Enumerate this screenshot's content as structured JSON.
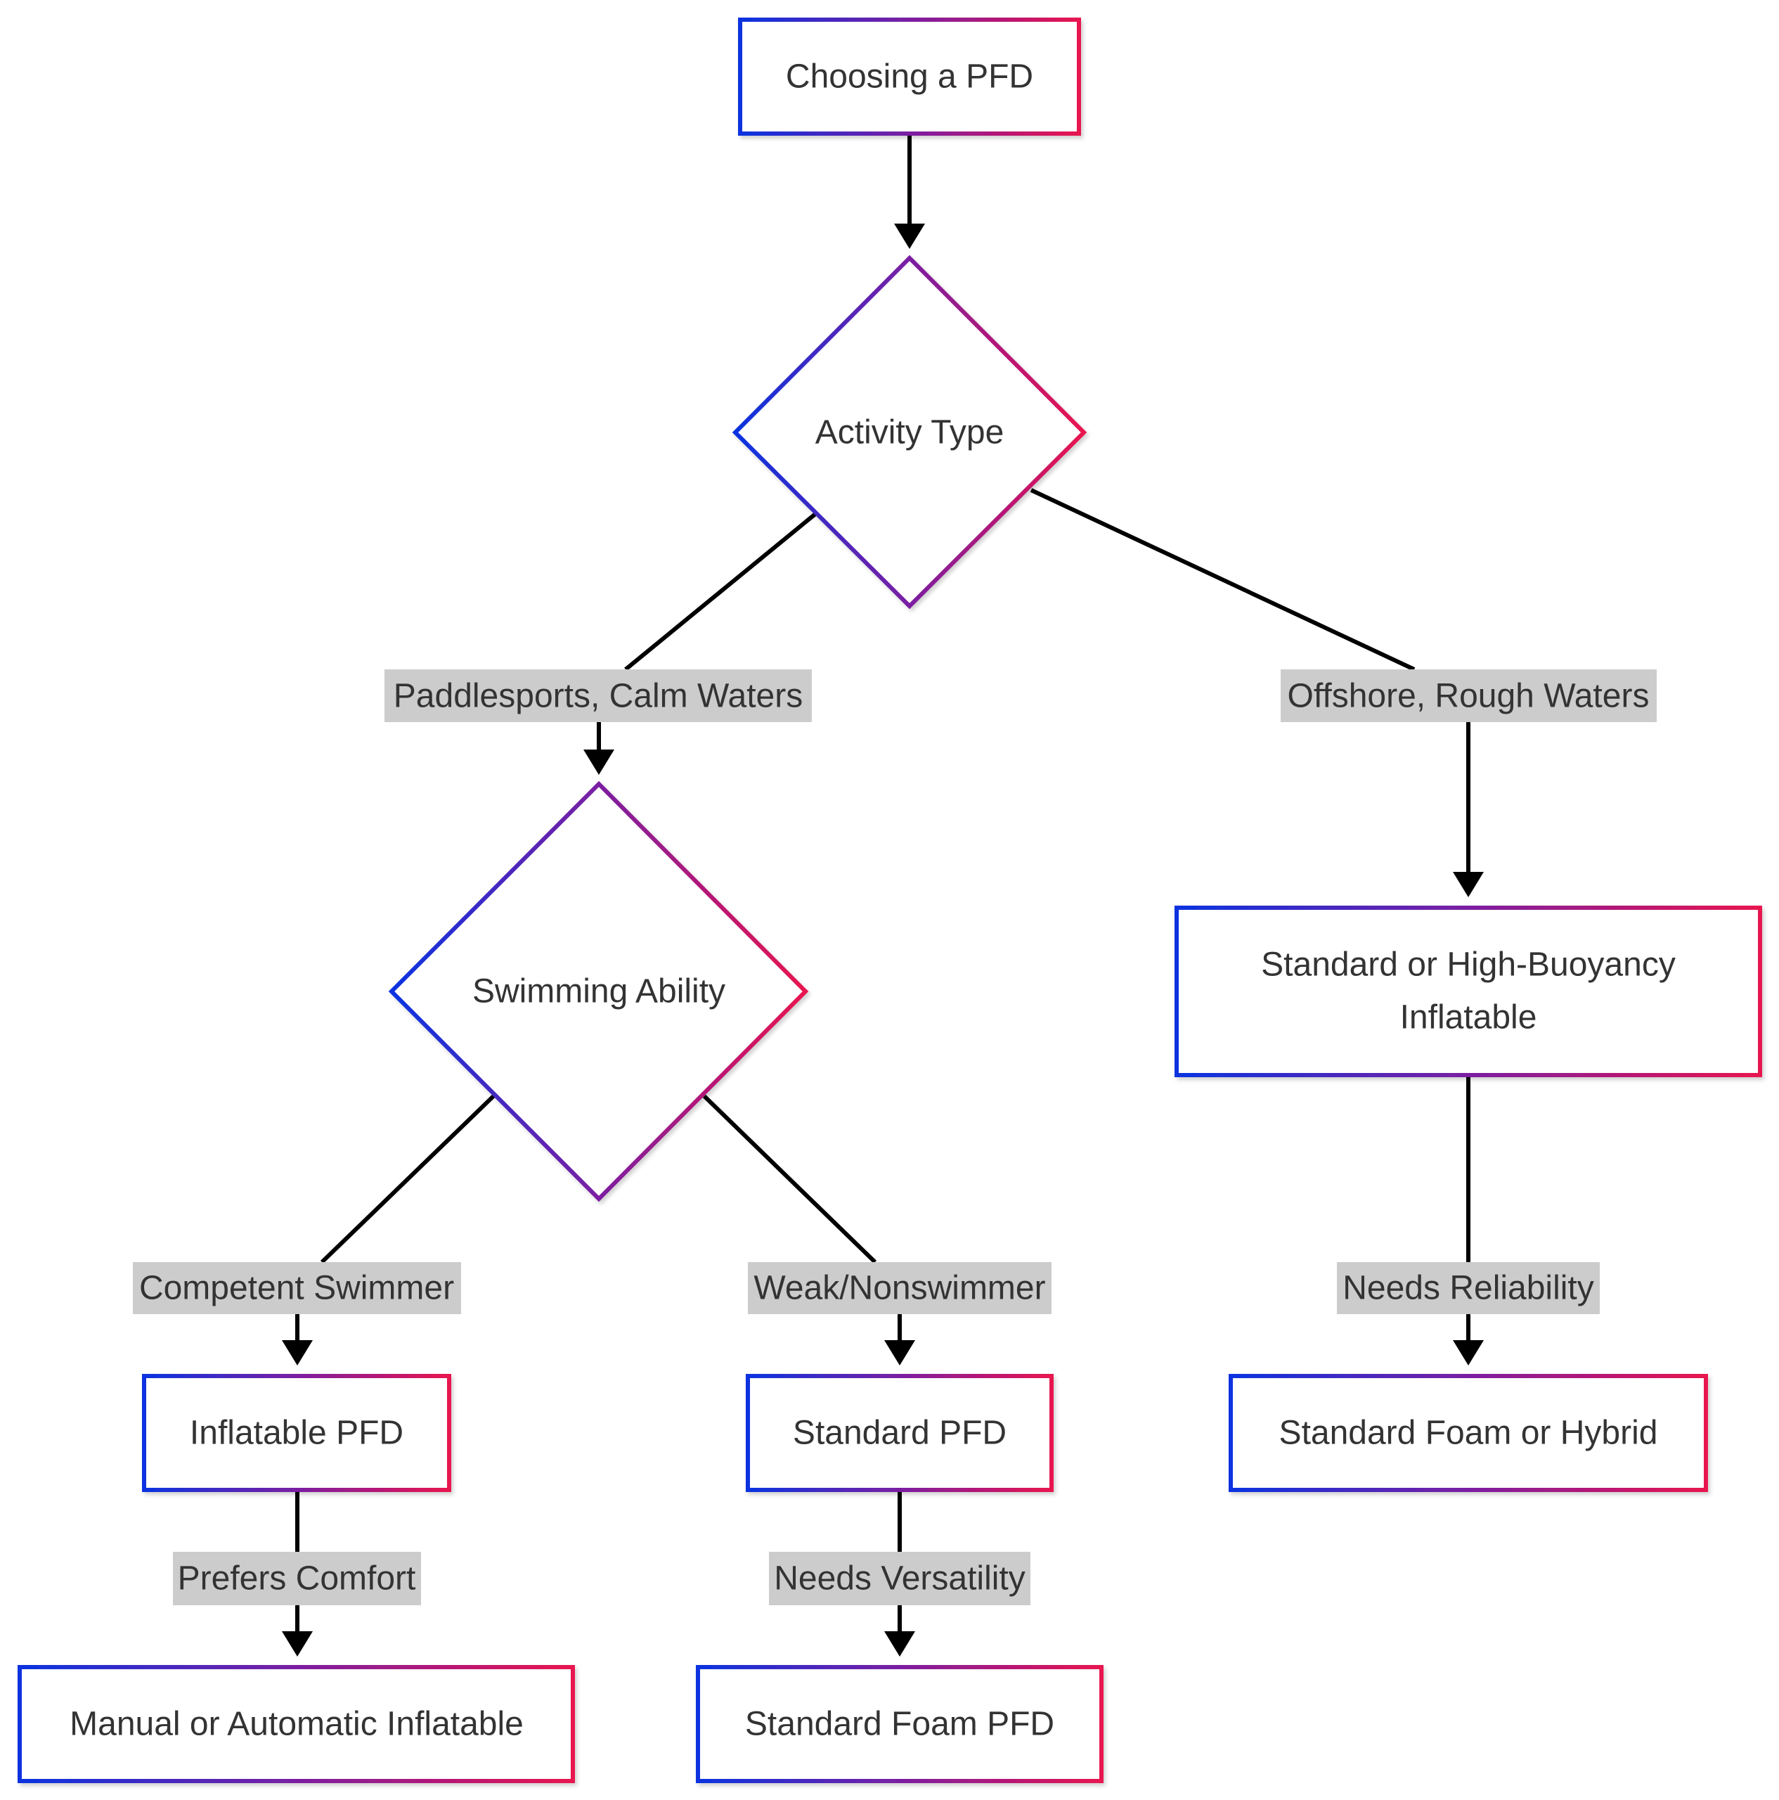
{
  "diagram": {
    "colors": {
      "border_start": "#0a33e0",
      "border_mid": "#7b1fa2",
      "border_end": "#e8124f",
      "edge": "#000000",
      "label_bg": "#cccccc",
      "text": "#333333"
    },
    "nodes": {
      "choosing": "Choosing a PFD",
      "activity": "Activity Type",
      "swimming": "Swimming Ability",
      "high_buoyancy_line1": "Standard or High-Buoyancy",
      "high_buoyancy_line2": "Inflatable",
      "inflatable": "Inflatable PFD",
      "standard": "Standard PFD",
      "foam_hybrid": "Standard Foam or Hybrid",
      "manual_auto": "Manual or Automatic Inflatable",
      "standard_foam": "Standard Foam PFD"
    },
    "edges": {
      "paddlesports": "Paddlesports, Calm Waters",
      "offshore": "Offshore, Rough Waters",
      "competent": "Competent Swimmer",
      "weak": "Weak/Nonswimmer",
      "reliability": "Needs Reliability",
      "comfort": "Prefers Comfort",
      "versatility": "Needs Versatility"
    }
  }
}
